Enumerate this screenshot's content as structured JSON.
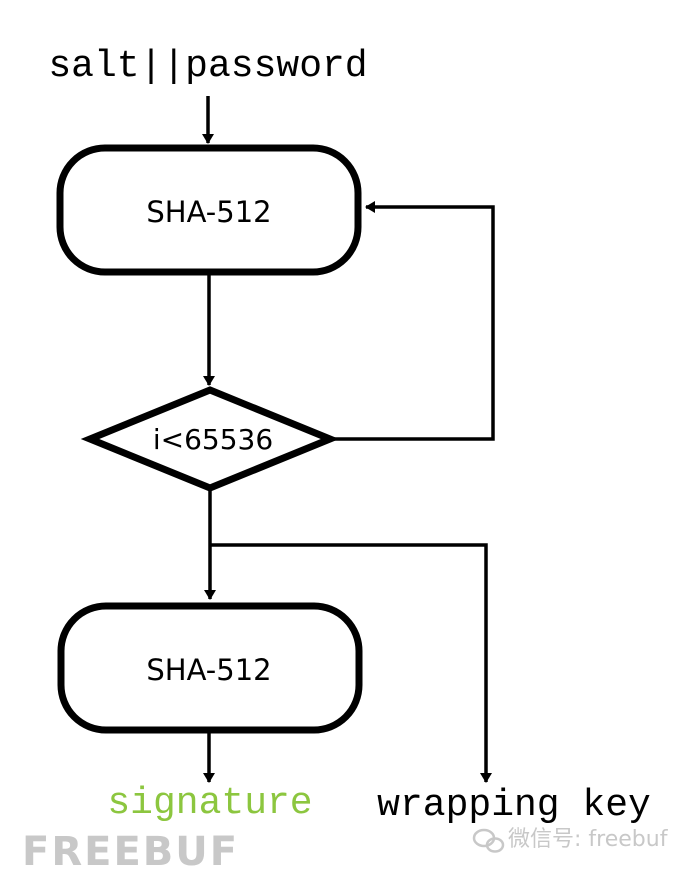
{
  "nodes": {
    "input": {
      "text": "salt||password"
    },
    "hash1": {
      "text": "SHA-512"
    },
    "loop_condition": {
      "text": "i<65536"
    },
    "hash2": {
      "text": "SHA-512"
    },
    "output_signature": {
      "text": "signature",
      "color": "#8cc63f"
    },
    "output_wrapping_key": {
      "text": "wrapping key",
      "color": "#000000"
    }
  },
  "watermark": {
    "logo_text": "FREEBUF",
    "wechat_text": "微信号: freebuf",
    "color": "#c8c8c8"
  }
}
